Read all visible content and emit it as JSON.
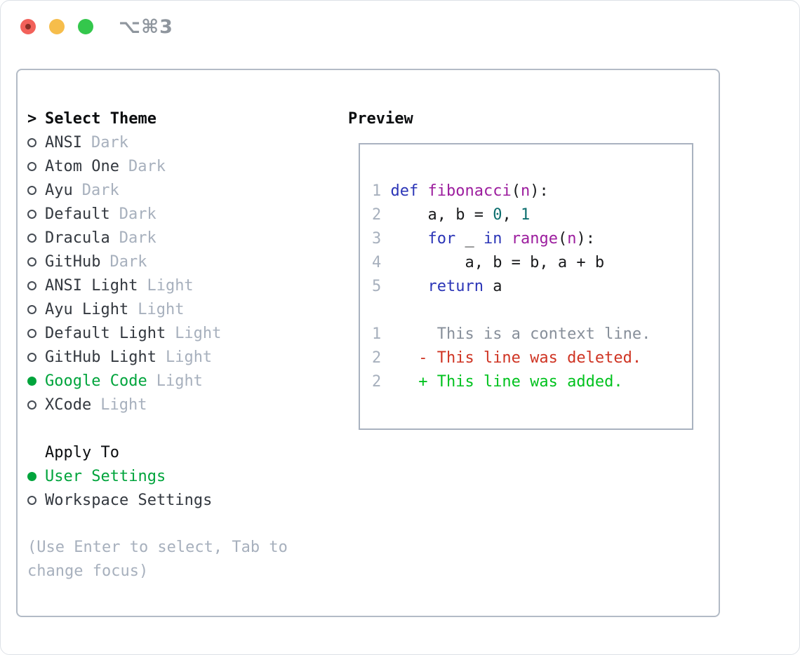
{
  "window": {
    "title": "⌥⌘3"
  },
  "theme_list": {
    "header_marker": ">",
    "header": "Select Theme",
    "items": [
      {
        "name": "ANSI",
        "variant": "Dark",
        "selected": false
      },
      {
        "name": "Atom One",
        "variant": "Dark",
        "selected": false
      },
      {
        "name": "Ayu",
        "variant": "Dark",
        "selected": false
      },
      {
        "name": "Default",
        "variant": "Dark",
        "selected": false
      },
      {
        "name": "Dracula",
        "variant": "Dark",
        "selected": false
      },
      {
        "name": "GitHub",
        "variant": "Dark",
        "selected": false
      },
      {
        "name": "ANSI Light",
        "variant": "Light",
        "selected": false
      },
      {
        "name": "Ayu Light",
        "variant": "Light",
        "selected": false
      },
      {
        "name": "Default Light",
        "variant": "Light",
        "selected": false
      },
      {
        "name": "GitHub Light",
        "variant": "Light",
        "selected": false
      },
      {
        "name": "Google Code",
        "variant": "Light",
        "selected": true
      },
      {
        "name": "XCode",
        "variant": "Light",
        "selected": false
      }
    ]
  },
  "apply_to": {
    "header": "Apply To",
    "items": [
      {
        "label": "User Settings",
        "selected": true
      },
      {
        "label": "Workspace Settings",
        "selected": false
      }
    ]
  },
  "help_text": "(Use Enter to select, Tab to change focus)",
  "preview": {
    "header": "Preview",
    "lines": [
      [],
      [
        {
          "t": "1 ",
          "c": "ln"
        },
        {
          "t": "def",
          "c": "kw"
        },
        {
          "t": " ",
          "c": "pl"
        },
        {
          "t": "fibonacci",
          "c": "fn"
        },
        {
          "t": "(",
          "c": "pl"
        },
        {
          "t": "n",
          "c": "fn"
        },
        {
          "t": "):",
          "c": "pl"
        }
      ],
      [
        {
          "t": "2 ",
          "c": "ln"
        },
        {
          "t": "    a, b = ",
          "c": "pl"
        },
        {
          "t": "0",
          "c": "num"
        },
        {
          "t": ", ",
          "c": "pl"
        },
        {
          "t": "1",
          "c": "num"
        }
      ],
      [
        {
          "t": "3 ",
          "c": "ln"
        },
        {
          "t": "    ",
          "c": "pl"
        },
        {
          "t": "for",
          "c": "kw"
        },
        {
          "t": " _ ",
          "c": "pl"
        },
        {
          "t": "in",
          "c": "kw"
        },
        {
          "t": " ",
          "c": "pl"
        },
        {
          "t": "range",
          "c": "fn"
        },
        {
          "t": "(",
          "c": "pl"
        },
        {
          "t": "n",
          "c": "fn"
        },
        {
          "t": "):",
          "c": "pl"
        }
      ],
      [
        {
          "t": "4 ",
          "c": "ln"
        },
        {
          "t": "        a, b = b, a + b",
          "c": "pl"
        }
      ],
      [
        {
          "t": "5 ",
          "c": "ln"
        },
        {
          "t": "    ",
          "c": "pl"
        },
        {
          "t": "return",
          "c": "kw"
        },
        {
          "t": " a",
          "c": "pl"
        }
      ],
      [],
      [
        {
          "t": "1",
          "c": "ln"
        },
        {
          "t": "      This is a context line.",
          "c": "ctx"
        }
      ],
      [
        {
          "t": "2",
          "c": "ln"
        },
        {
          "t": "    - This line was deleted.",
          "c": "del"
        }
      ],
      [
        {
          "t": "2",
          "c": "ln"
        },
        {
          "t": "    + This line was added.",
          "c": "add"
        }
      ]
    ]
  },
  "colors": {
    "text": "#33383f",
    "heading": "#0b0d0f",
    "muted": "#a7b0bd",
    "selected_green": "#00a43c",
    "circle_outline": "#464c54",
    "panel_border": "#b3bbc6",
    "box_border": "#a9b2c0",
    "window_title": "#8f969e",
    "keyword": "#2b35b7",
    "function_name": "#9c1d9e",
    "number_literal": "#0c6e6e",
    "plain_code": "#1a1b1d",
    "line_number": "#a7b0bd",
    "diff_context": "#878f9a",
    "diff_deleted": "#cf3423",
    "diff_added": "#00c21e",
    "traffic_red": "#f2615a",
    "traffic_red_dot": "#892f26",
    "traffic_yellow": "#f6bd4b",
    "traffic_green": "#34c74c"
  }
}
